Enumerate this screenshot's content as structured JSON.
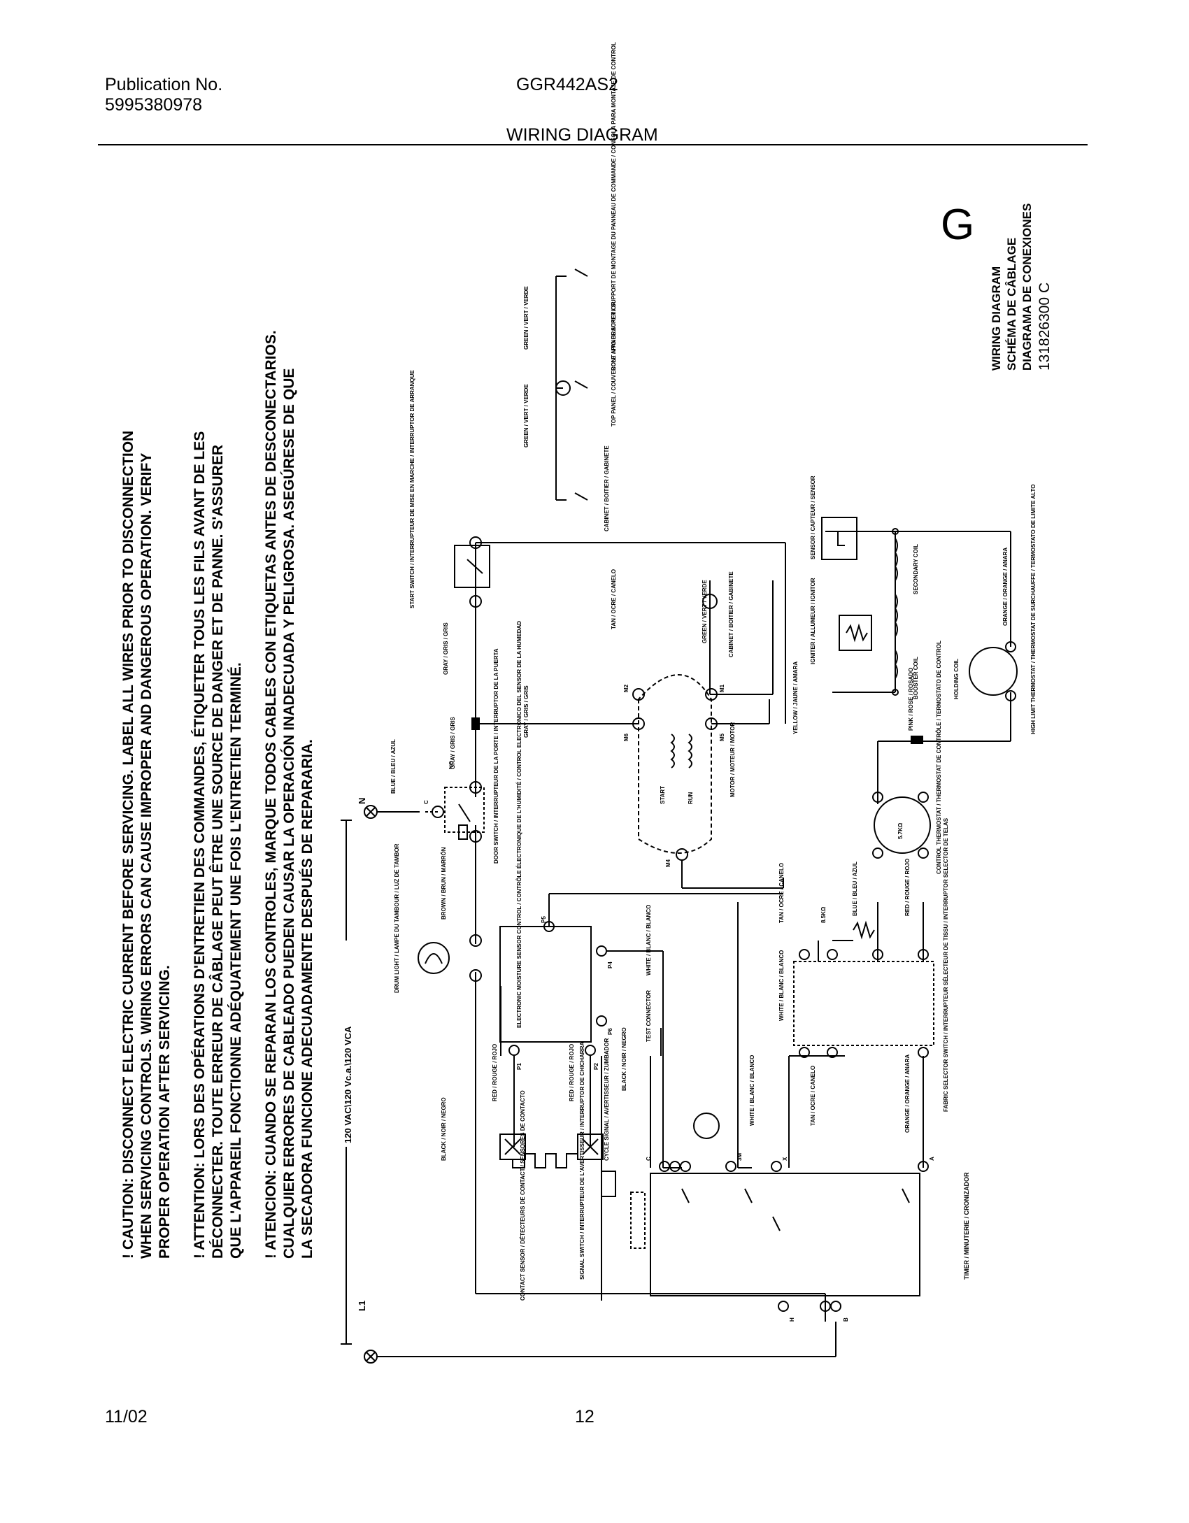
{
  "header": {
    "publication_label": "Publication No.",
    "publication_number": "5995380978",
    "model": "GGR442AS2",
    "section_title": "WIRING DIAGRAM"
  },
  "footer": {
    "date": "11/02",
    "page": "12"
  },
  "diagram": {
    "caution_en": [
      "! CAUTION: DISCONNECT ELECTRIC CURRENT BEFORE SERVICING. LABEL ALL WIRES PRIOR TO DISCONNECTION",
      "WHEN SERVICING CONTROLS. WIRING ERRORS CAN CAUSE IMPROPER AND DANGEROUS OPERATION. VERIFY",
      "PROPER OPERATION AFTER SERVICING."
    ],
    "caution_fr": [
      "! ATTENTION: LORS DES OPÉRATIONS D'ENTRETIEN DES COMMANDES, ÉTIQUETER TOUS LES FILS AVANT DE LES",
      "DÉCONNECTER. TOUTE ERREUR DE CÂBLAGE PEUT ÊTRE UNE SOURCE DE DANGER ET DE PANNE. S'ASSURER",
      "QUE L'APPAREIL FONCTIONNE ADÉQUATEMENT UNE FOIS L'ENTRETIEN TERMINÉ."
    ],
    "caution_es": [
      "! ATENCION: CUANDO SE REPARAN LOS CONTROLES, MARQUE TODOS CABLES CON ETIQUETAS ANTES DE DESCONECTARIOS.",
      "CUALQUIER ERRORES DE CABLEADO PUEDEN CAUSAR LA OPERACIÓN INADECUADA Y PELIGROSA. ASEGÚRESE DE QUE",
      "LA SECADORA FUNCIONE ADECUADAMENTE DESPUÉS DE REPARARIA."
    ],
    "title_block": {
      "letter": "G",
      "line1": "WIRING DIAGRAM",
      "line2": "SCHÉMA DE CÂBLAGE",
      "line3": "DIAGRAMA DE CONEXIONES",
      "number": "131826300 C"
    },
    "voltage": "120 VAC\\120 Vc.a.\\120 VCA",
    "terminal_l1": "L1",
    "terminal_n": "N",
    "components": {
      "drum_light": "DRUM LIGHT / LAMPE DU TAMBOUR / LUZ DE TAMBOR",
      "door_switch": "DOOR SWITCH / INTERRUPTEUR DE LA PORTE / INTERRUPTOR DE LA PUERTA",
      "start_switch": "START SWITCH / INTERRUPTEUR DE MISE EN MARCHE / INTERRUPTOR DE ARRANQUE",
      "motor": "MOTOR / MOTEUR / MOTOR",
      "cabinet_ground": "CABINET / BOITIER / GABINETE",
      "electronic_sensor": "ELECTRONIC MOISTURE SENSOR CONTROL / CONTRÔLE ÉLECTRONIQUE DE L'HUMIDITÉ / CONTROL ELECTRONICO DEL SENSOR DE LA HUMEDAD",
      "test_connector": "TEST CONNECTOR",
      "contact_sensor": "CONTACT SENSOR / DÉTECTEURS DE CONTACT / SENSORES DE CONTACTO",
      "cycle_signal": "CYCLE SIGNAL / AVERTISSEUR / ZUMBADOR",
      "signal_switch": "SIGNAL SWITCH / INTERRUPTEUR DE L'AVERTISSEUR / INTERRUPTOR DE CHICHARRA",
      "timer": "TIMER / MINUTERIE / CRONIZADOR",
      "fabric_selector": "FABRIC SELECTOR SWITCH / INTERRUPTEUR SÉLECTEUR DE TISSU / INTERRUPTOR SELECTOR DE TELAS",
      "control_thermostat": "CONTROL THERMOSTAT / THERMOSTAT DE CONTRÔLE / TERMOSTATO DE CONTROL",
      "high_limit": "HIGH LIMIT THERMOSTAT / THERMOSTAT DE SURCHAUFFE / TERMOSTATO DE LIMITE ALTO",
      "igniter": "IGNITER / ALLUMEUR / IGNITOR",
      "flame_sensor": "SENSOR / CAPTEUR / SENSOR",
      "booster_coil": "BOOSTER COIL",
      "secondary_coil": "SECONDARY COIL",
      "holding_coil": "HOLDING COIL",
      "top_panel": "TOP PANEL / COUVERCLE / PANEL SUPERIOR",
      "cont_mtg_bracket": "CONT MTG BRACKET / SUPPORT DE MONTAGE DU PANNEAU DE COMMANDE / CONSOLA PARA MONTAJE DE CONTROL"
    },
    "wire_colors": {
      "gray": "GRAY / GRIS / GRIS",
      "blue": "BLUE / BLEU / AZUL",
      "brown": "BROWN / BRUN / MARRÓN",
      "green": "GREEN / VERT / VERDE",
      "tan": "TAN / OCRE / CANELO",
      "yellow": "YELLOW / JAUNE / AMARA",
      "pink": "PINK / ROSE / ROSADO",
      "red": "RED / ROUGE / ROJO",
      "black": "BLACK / NOIR / NEGRO",
      "white": "WHITE / BLANC / BLANCO",
      "orange": "ORANGE / ORANGE / ANARA"
    },
    "terminal_labels": [
      "NO",
      "C",
      "M1",
      "M2",
      "M4",
      "M5",
      "M6",
      "P1",
      "P2",
      "P4",
      "P5",
      "P6",
      "3M",
      "X",
      "A",
      "B",
      "H",
      "C"
    ],
    "values": {
      "ohm_resistor": "8.5KΩ",
      "thermostat_resistor": "5.7KΩ",
      "start": "START",
      "run": "RUN"
    }
  }
}
